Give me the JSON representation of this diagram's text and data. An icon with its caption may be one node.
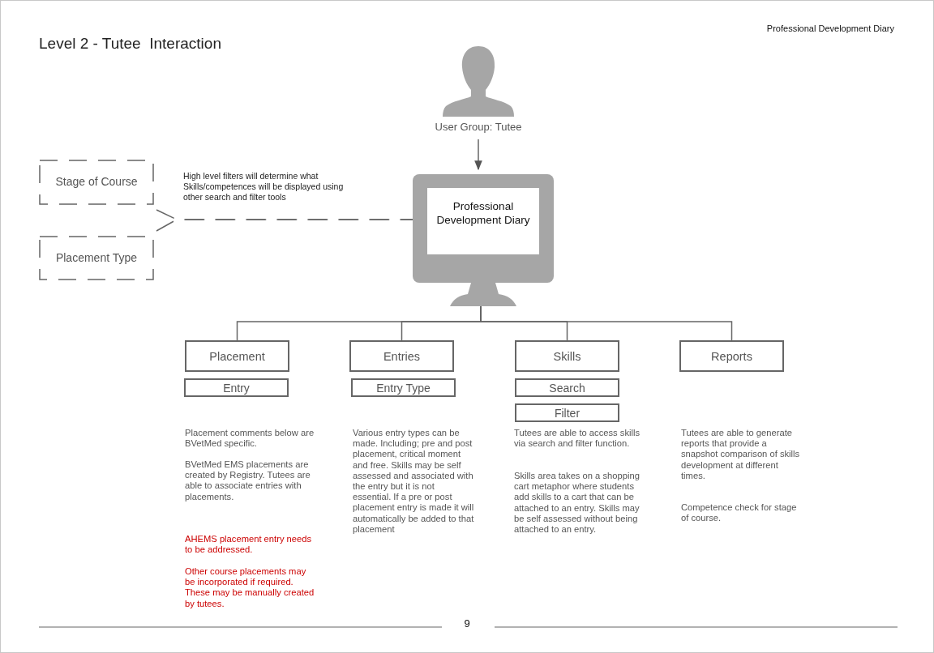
{
  "diagram": {
    "title": "Level 2 - Tutee  Interaction",
    "nodes": [
      {
        "text": [],
        "shape": "person",
        "beside": [
          "User Group: Tutee"
        ]
      },
      {
        "text": [
          "Professional Development Diary"
        ]
      },
      {
        "text": [
          "Stage of Course"
        ]
      },
      {
        "text": [
          "Placement Type"
        ]
      },
      {
        "text": [
          "Placement"
        ]
      },
      {
        "text": [
          "Entries"
        ]
      },
      {
        "text": [
          "Skills"
        ]
      },
      {
        "text": [
          "Reports"
        ]
      },
      {
        "text": [
          "Entry"
        ]
      },
      {
        "text": [
          "Entry Type"
        ]
      },
      {
        "text": [
          "Search"
        ]
      },
      {
        "text": [
          "Filter"
        ]
      }
    ],
    "edges": [
      {
        "from": 0,
        "to": 1,
        "arrow": "to"
      },
      {
        "from": 1,
        "to": 2,
        "arrow": "none",
        "style": "dashed"
      },
      {
        "from": 1,
        "to": 3,
        "arrow": "none",
        "style": "dashed"
      },
      {
        "from": 1,
        "to": 4,
        "arrow": "none"
      },
      {
        "from": 1,
        "to": 5,
        "arrow": "none"
      },
      {
        "from": 1,
        "to": 6,
        "arrow": "none"
      },
      {
        "from": 1,
        "to": 7,
        "arrow": "none"
      }
    ],
    "labels": [
      "Professional Development Diary",
      "High level filters will determine what Skills/competences will be displayed using other search and filter tools",
      "Placement comments below are BVetMed specific.",
      "BVetMed EMS placements are created by Registry. Tutees are able to associate entries with placements.",
      "AHEMS placement entry needs to be addressed.",
      "Other course placements may be incorporated if required. These may be manually created by tutees.",
      "Various entry types can be made. Including; pre and post placement, critical moment and free. Skills may be self assessed and associated with the entry but it is not essential.  If a pre or post placement entry is made it will automatically be added to that placement",
      "Tutees are able to access skills via search and filter function.",
      "Skills area takes on a shopping cart metaphor where students add skills to a cart that can be attached to an entry. Skills may be self assessed without being attached to an entry.",
      "Tutees are able to generate reports that provide a snapshot comparison of skills development at different times.",
      "Competence check for stage of course.",
      "9"
    ]
  }
}
